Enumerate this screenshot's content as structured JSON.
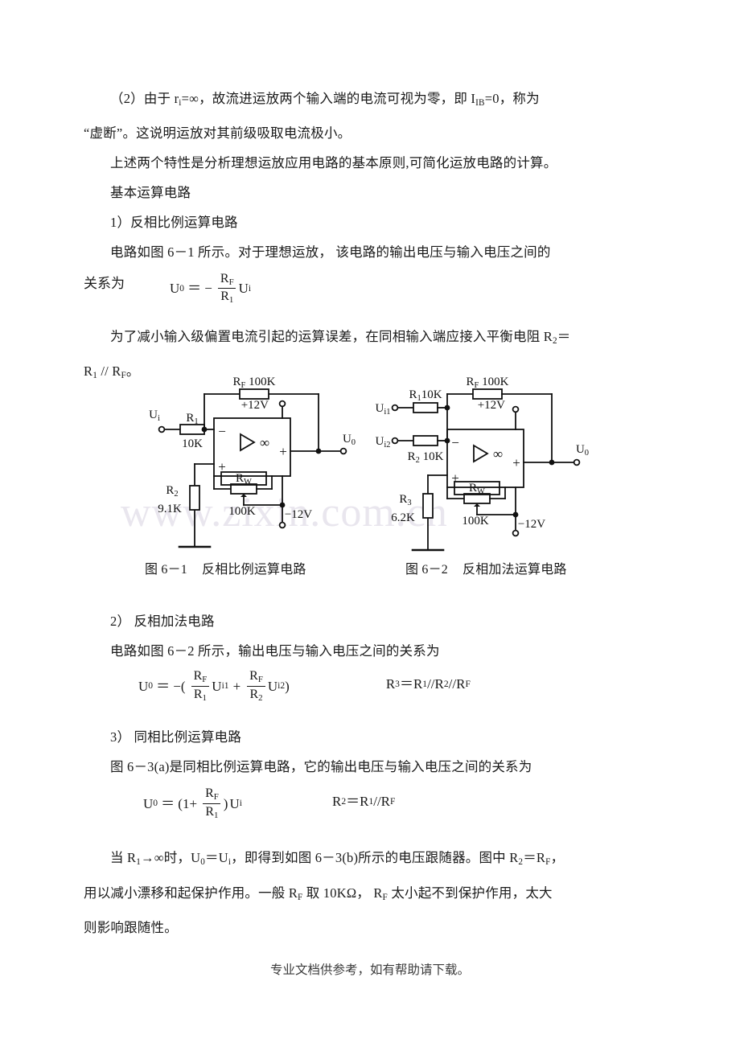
{
  "document": {
    "paragraphs": [
      {
        "id": "p1",
        "text": "（2）由于 ri=∞，故流进运放两个输入端的电流可视为零，即 IIB=0，称为“虚断”。这说明运放对其前级吸取电流极小。"
      },
      {
        "id": "p2",
        "text": "上述两个特性是分析理想运放应用电路的基本原则,可简化运放电路的计算。"
      },
      {
        "id": "p3",
        "text": "基本运算电路"
      },
      {
        "id": "p4",
        "text": "1）反相比例运算电路"
      },
      {
        "id": "p5",
        "text": "电路如图 6－1 所示。对于理想运放， 该电路的输出电压与输入电压之间的关系为"
      },
      {
        "id": "p6",
        "text": "为了减小输入级偏置电流引起的运算误差，在同相输入端应接入平衡电阻 R2＝R1 // RF。"
      },
      {
        "id": "p7",
        "text": "2） 反相加法电路"
      },
      {
        "id": "p8",
        "text": "电路如图 6－2 所示，输出电压与输入电压之间的关系为"
      },
      {
        "id": "p9",
        "text": "3） 同相比例运算电路"
      },
      {
        "id": "p10",
        "text": "图 6－3(a)是同相比例运算电路，它的输出电压与输入电压之间的关系为"
      },
      {
        "id": "p11",
        "text": "当 R1→∞时，U0＝Ui，即得到如图 6－3(b)所示的电压跟随器。图中 R2＝RF，用以减小漂移和起保护作用。一般 RF 取 10KΩ， RF 太小起不到保护作用，太大则影响跟随性。"
      }
    ],
    "line1_segments": {
      "a": "（2）由于 r",
      "a_sub": "i",
      "b": "=∞，故流进运放两个输入端的电流可视为零，即 I",
      "b_sub": "IB",
      "c": "=0，称为"
    },
    "line2": "“虚断”。这说明运放对其前级吸取电流极小。",
    "line_p2": "上述两个特性是分析理想运放应用电路的基本原则,可简化运放电路的计算。",
    "line_p3": "基本运算电路",
    "line_p4": "1）反相比例运算电路",
    "line_p5": "电路如图 6－1 所示。对于理想运放， 该电路的输出电压与输入电压之间的",
    "line_p5b": "关系为",
    "line_p6a": "为了减小输入级偏置电流引起的运算误差，在同相输入端应接入平衡电阻 R",
    "line_p6a_sub": "2",
    "line_p6a_eq": "＝",
    "line_p6b_r1": "R",
    "line_p6b_r1sub": "1",
    "line_p6b_mid": " // R",
    "line_p6b_fsub": "F",
    "line_p6b_end": "。",
    "line_p7": "2） 反相加法电路",
    "line_p8": "电路如图 6－2 所示，输出电压与输入电压之间的关系为",
    "line_p9": "3） 同相比例运算电路",
    "line_p10": "图 6－3(a)是同相比例运算电路，它的输出电压与输入电压之间的关系为",
    "line_p11a": "当 R",
    "line_p11a_sub": "1",
    "line_p11b": "→∞时，U",
    "line_p11b_sub": "0",
    "line_p11c": "＝U",
    "line_p11c_sub": "i",
    "line_p11d": "，即得到如图 6－3(b)所示的电压跟随器。图中 R",
    "line_p11d_sub": "2",
    "line_p11e": "＝R",
    "line_p11e_sub": "F",
    "line_p11f": "，",
    "line_p11g": "用以减小漂移和起保护作用。一般 R",
    "line_p11g_sub": "F",
    "line_p11h": " 取 10KΩ，  R",
    "line_p11h_sub": "F",
    "line_p11i": " 太小起不到保护作用，太大",
    "line_p11j": "则影响跟随性。"
  },
  "formulas": {
    "f1": {
      "lhs": "U",
      "lhs_sub": "0",
      "eq": "＝ −",
      "num": "R",
      "num_sub": "F",
      "den": "R",
      "den_sub": "1",
      "tail": "U",
      "tail_sub": "i"
    },
    "f2": {
      "lhs": "U",
      "lhs_sub": "0",
      "eq": "＝ −(",
      "num1": "R",
      "num1_sub": "F",
      "den1": "R",
      "den1_sub": "1",
      "mid1": "U",
      "mid1_sub": "i1",
      "plus": "+",
      "num2": "R",
      "num2_sub": "F",
      "den2": "R",
      "den2_sub": "2",
      "mid2": "U",
      "mid2_sub": "i2",
      "close": ")",
      "right": "R3＝R1 // R2 // RF",
      "right_parts": {
        "r3": "R",
        "r3_sub": "3",
        "eq": "＝",
        "r1": "R",
        "r1_sub": "1",
        "sl1": " // ",
        "r2": "R",
        "r2_sub": "2",
        "sl2": " // ",
        "rf": "R",
        "rf_sub": "F"
      }
    },
    "f3": {
      "lhs": "U",
      "lhs_sub": "0",
      "eq": "＝ (1+",
      "num": "R",
      "num_sub": "F",
      "den": "R",
      "den_sub": "1",
      "close": ")",
      "tail": "U",
      "tail_sub": "i",
      "right_parts": {
        "r2": "R",
        "r2_sub": "2",
        "eq": "＝",
        "r1": "R",
        "r1_sub": "1",
        "sl": " // ",
        "rf": "R",
        "rf_sub": "F"
      }
    }
  },
  "figures": [
    {
      "id": "fig-6-1",
      "caption_label": "图 6－1",
      "caption_title": "反相比例运算电路",
      "labels": {
        "input": "U",
        "input_sub": "i",
        "r1_name": "R",
        "r1_sub": "1",
        "r1_value": "10K",
        "rf_name": "R",
        "rf_sub": "F",
        "rf_value": "100K",
        "r2_name": "R",
        "r2_sub": "2",
        "r2_value": "9.1K",
        "rw_name": "R",
        "rw_sub": "W",
        "rw_value": "100K",
        "vplus": "+12V",
        "vminus": "−12V",
        "output": "U",
        "output_sub": "0",
        "opamp_symbol": "∞",
        "inv_pin": "−",
        "noninv_pin": "+",
        "out_pin": "+"
      }
    },
    {
      "id": "fig-6-2",
      "caption_label": "图 6－2",
      "caption_title": "反相加法运算电路",
      "labels": {
        "input1": "U",
        "input1_sub": "i1",
        "input2": "U",
        "input2_sub": "i2",
        "r1_name": "R",
        "r1_sub": "1",
        "r1_value": "10K",
        "r2_name": "R",
        "r2_sub": "2",
        "r2_value": "10K",
        "rf_name": "R",
        "rf_sub": "F",
        "rf_value": "100K",
        "r3_name": "R",
        "r3_sub": "3",
        "r3_value": "6.2K",
        "rw_name": "R",
        "rw_sub": "W",
        "rw_value": "100K",
        "vplus": "+12V",
        "vminus": "−12V",
        "output": "U",
        "output_sub": "0",
        "opamp_symbol": "∞",
        "inv_pin": "−",
        "noninv_pin": "+",
        "out_pin": "+"
      }
    }
  ],
  "watermark": {
    "text": "www.zixin.com.cn",
    "color": "#e9e6ee"
  },
  "footer": {
    "text": "专业文档供参考，如有帮助请下载。"
  }
}
